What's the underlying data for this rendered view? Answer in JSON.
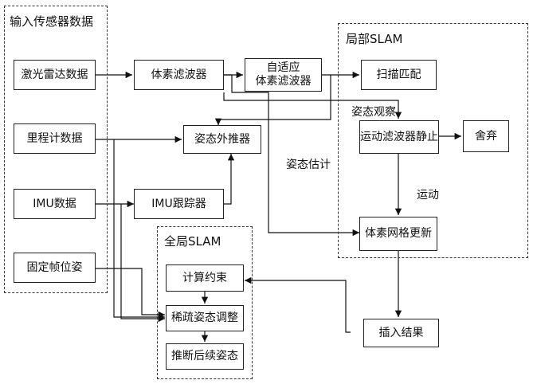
{
  "groups": {
    "input": "输入传感器数据",
    "local": "局部SLAM",
    "global": "全局SLAM"
  },
  "nodes": {
    "lidar": "激光雷达数据",
    "odom": "里程计数据",
    "imu": "IMU数据",
    "fixed_pose": "固定帧位姿",
    "voxel_filter": "体素滤波器",
    "adaptive_filter": "自适应\n体素滤波器",
    "pose_extrapolator": "姿态外推器",
    "imu_tracker": "IMU跟踪器",
    "scan_match": "扫描匹配",
    "motion_filter": "运动滤波器静止",
    "discard": "舍弃",
    "voxel_grid_update": "体素网格更新",
    "insert_result": "插入结果",
    "compute_constraints": "计算约束",
    "sparse_pose_adjust": "稀疏姿态调整",
    "infer_pose": "推断后续姿态"
  },
  "edge_labels": {
    "pose_observation": "姿态观察",
    "pose_estimate": "姿态估计",
    "motion": "运动"
  }
}
